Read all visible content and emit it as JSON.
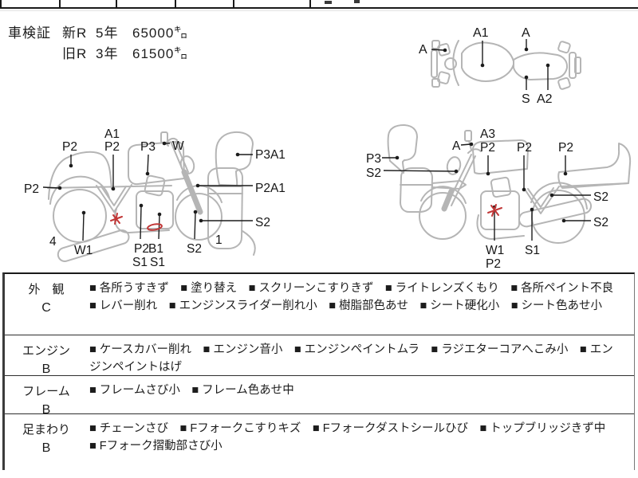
{
  "shaken": {
    "label": "車検証",
    "rows": [
      {
        "era": "新R",
        "years": "5年",
        "km": "65000㌔"
      },
      {
        "era": "旧R",
        "years": "3年",
        "km": "61500㌔"
      }
    ]
  },
  "topview": {
    "labels": [
      "A",
      "A1",
      "A",
      "S",
      "A2"
    ]
  },
  "moto_left": {
    "labels": [
      "P2",
      "A1",
      "P2",
      "P3",
      "W",
      "P3A1",
      "P2A1",
      "P2",
      "S2",
      "4",
      "W1",
      "P2",
      "B1",
      "S1",
      "S1",
      "S2",
      "1"
    ]
  },
  "moto_right": {
    "labels": [
      "P3",
      "S2",
      "A",
      "A3",
      "P2",
      "P2",
      "P2",
      "S2",
      "S2",
      "W1",
      "P2",
      "S1"
    ]
  },
  "inspection_table": {
    "rows": [
      {
        "label": "外　観",
        "grade": "C",
        "text": "■ 各所うすきず　■ 塗り替え　■ スクリーンこすりきず　■ ライトレンズくもり　■ 各所ペイント不良　■ レバー削れ　■ エンジンスライダー削れ小　■ 樹脂部色あせ　■ シート硬化小　■ シート色あせ小"
      },
      {
        "label": "エンジン",
        "grade": "B",
        "text": "■ ケースカバー削れ　■ エンジン音小　■ エンジンペイントムラ　■ ラジエターコアへこみ小　■ エンジンペイントはげ"
      },
      {
        "label": "フレーム",
        "grade": "B",
        "text": "■ フレームさび小　■ フレーム色あせ中"
      },
      {
        "label": "足まわり",
        "grade": "B",
        "text": "■ チェーンさび　■ Fフォークこすりキズ　■ Fフォークダストシールひび　■ トップブリッジきず中　■ Fフォーク摺動部さび小"
      }
    ]
  },
  "colors": {
    "ink": "#1c1c1c",
    "diagram_outline": "#b5b5b5",
    "damage_mark": "#c13737"
  }
}
